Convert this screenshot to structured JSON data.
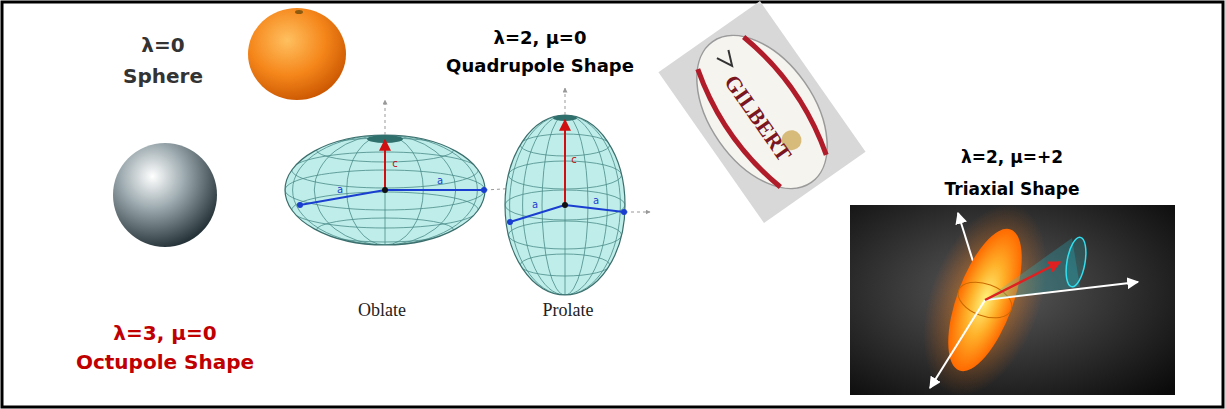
{
  "diagram": {
    "labels": [
      "λ=0",
      "Sphere",
      "λ=3, μ=0",
      "Octupole Shape",
      "λ=2, μ=0",
      "Quadrupole Shape",
      "Oblate",
      "Prolate",
      "GILBERT",
      "λ=2, μ=+2",
      "Triaxial Shape",
      "c",
      "a",
      "a",
      "c",
      "a",
      "a"
    ]
  }
}
